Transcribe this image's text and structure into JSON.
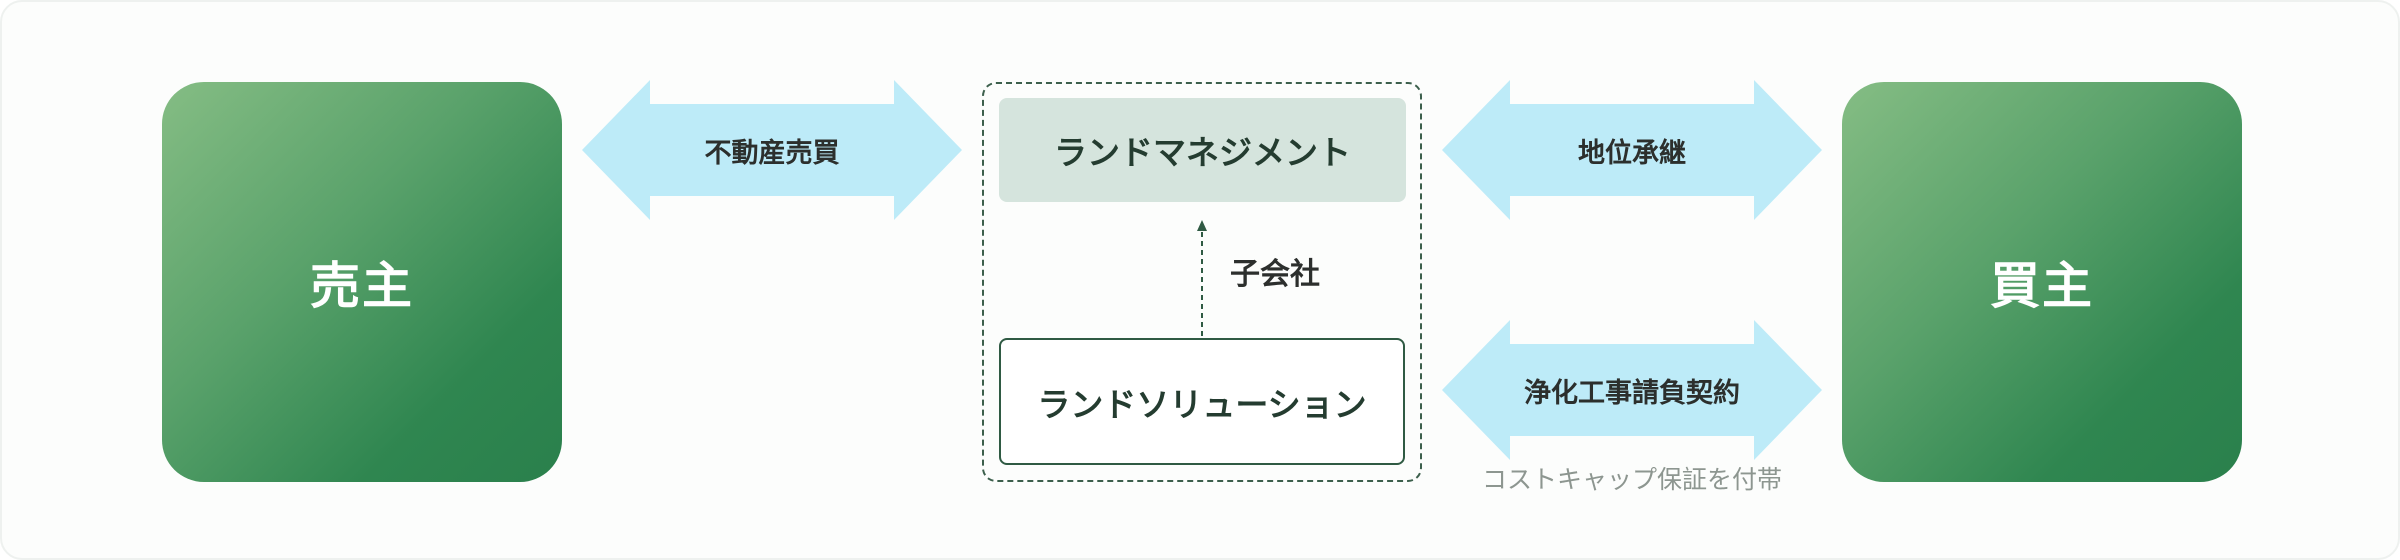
{
  "parties": {
    "seller": "売主",
    "buyer": "買主"
  },
  "companies": {
    "management": "ランドマネジメント",
    "solution": "ランドソリューション",
    "relation_label": "子会社"
  },
  "relations": {
    "real_estate_sale": "不動産売買",
    "status_succession": "地位承継",
    "remediation_contract": "浄化工事請負契約",
    "cost_cap_note": "コストキャップ保証を付帯"
  },
  "colors": {
    "party_gradient_start": "#85bd84",
    "party_gradient_end": "#2a804c",
    "arrow_fill": "#bdebf8",
    "management_fill": "#d5e4dd",
    "dark_green": "#2f5a43"
  }
}
